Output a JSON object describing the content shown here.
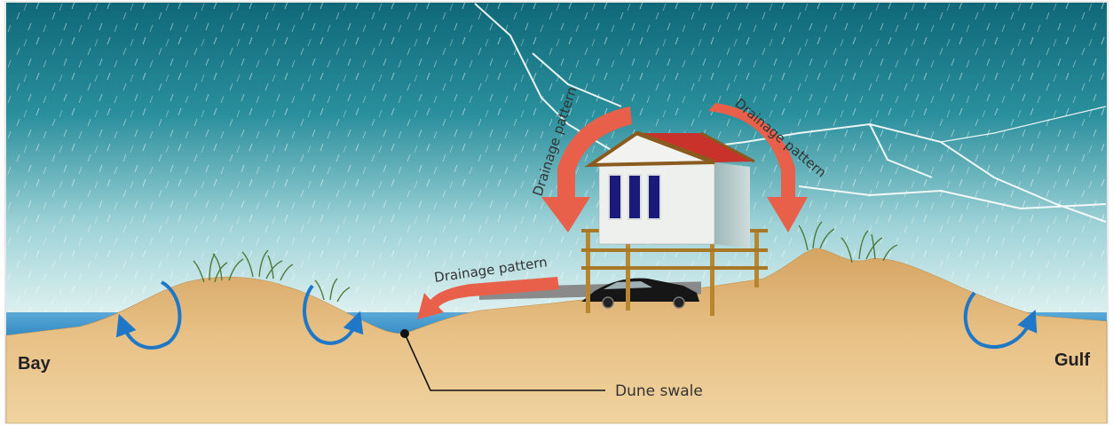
{
  "labels": {
    "drainage_left_top": "Drainage pattern",
    "drainage_right_top": "Drainage pattern",
    "drainage_lower": "Drainage pattern",
    "bay": "Bay",
    "gulf": "Gulf",
    "dune_swale": "Dune swale"
  },
  "colors": {
    "sky_top": "#1c7a88",
    "sky_bottom": "#d8eef0",
    "water": "#4a9fd4",
    "sand": "#e9c487",
    "sand_dark": "#c99a55",
    "drainage_arrow": "#e8604a",
    "wave_arrow": "#1f77c8",
    "roof": "#c8322a",
    "house_wall": "#e8eae8",
    "window": "#1a1a7a",
    "stilts": "#b8862e"
  },
  "icons": [
    "lightning-bolt",
    "house-on-stilts",
    "car",
    "dune-grass",
    "curl-arrow",
    "drainage-arrow"
  ]
}
